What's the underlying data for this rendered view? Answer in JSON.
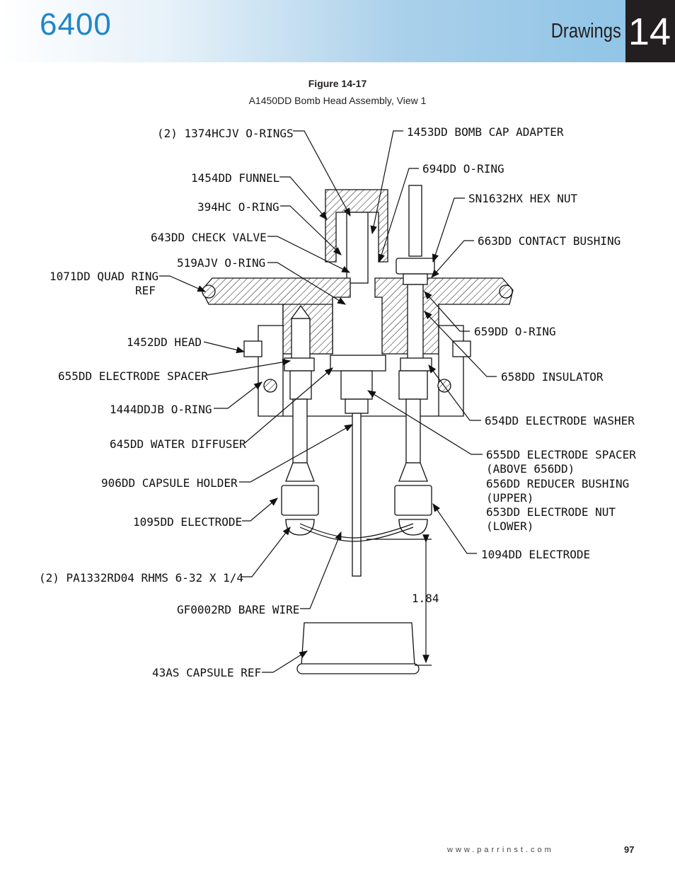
{
  "header": {
    "model": "6400",
    "section": "Drawings",
    "chapter": "14"
  },
  "figure": {
    "label": "Figure 14-17",
    "caption": "A1450DD Bomb Head Assembly, View 1"
  },
  "callouts_left": [
    "(2) 1374HCJV O-RINGS",
    "1454DD FUNNEL",
    "394HC O-RING",
    "643DD CHECK VALVE",
    "519AJV O-RING",
    "1071DD QUAD RING",
    "REF",
    "1452DD HEAD",
    "655DD ELECTRODE SPACER",
    "1444DDJB O-RING",
    "645DD WATER DIFFUSER",
    "906DD CAPSULE HOLDER",
    "1095DD ELECTRODE",
    "(2) PA1332RD04 RHMS 6-32 X 1/4",
    "GF0002RD BARE WIRE",
    "43AS CAPSULE REF"
  ],
  "callouts_right": [
    "1453DD BOMB CAP ADAPTER",
    "694DD O-RING",
    "SN1632HX HEX NUT",
    "663DD CONTACT BUSHING",
    "659DD O-RING",
    "658DD INSULATOR",
    "654DD ELECTRODE WASHER",
    "655DD ELECTRODE SPACER",
    "(ABOVE 656DD)",
    "656DD REDUCER BUSHING",
    "(UPPER)",
    "653DD ELECTRODE NUT",
    "(LOWER)",
    "1094DD ELECTRODE"
  ],
  "dimension": "1.84",
  "footer": {
    "url": "www.parrinst.com",
    "page": "97"
  }
}
